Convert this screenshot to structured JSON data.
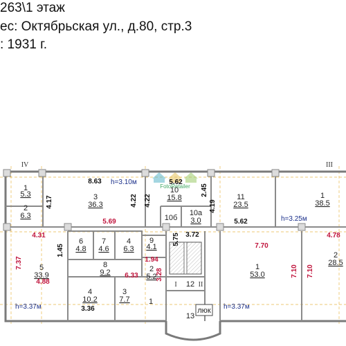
{
  "header": {
    "line1": "263\\1 этаж",
    "line2": "ес: Октябрьская ул., д.80, стр.3",
    "line3": ": 1931 г."
  },
  "watermark": "FotoRetailer",
  "roman": {
    "iv": "IV",
    "iii": "III",
    "i": "I",
    "ii": "II"
  },
  "rooms": [
    {
      "num": "1",
      "area": "5.3"
    },
    {
      "num": "2",
      "area": "6.3"
    },
    {
      "num": "3",
      "area": "36.3"
    },
    {
      "num": "10",
      "area": "15.8"
    },
    {
      "num": "10а",
      "area": "3.0"
    },
    {
      "num": "",
      "area": "10б"
    },
    {
      "num": "11",
      "area": "23.5"
    },
    {
      "num": "1",
      "area": "38.5"
    },
    {
      "num": "5",
      "area": "33.9"
    },
    {
      "num": "6",
      "area": "4.8"
    },
    {
      "num": "7",
      "area": "4.6"
    },
    {
      "num": "4",
      "area": "6.3"
    },
    {
      "num": "8",
      "area": "9.2"
    },
    {
      "num": "9",
      "area": "4.1"
    },
    {
      "num": "2",
      "area": "5.2"
    },
    {
      "num": "4",
      "area": "10.2"
    },
    {
      "num": "3",
      "area": "7.7"
    },
    {
      "num": "1",
      "area": ""
    },
    {
      "num": "12",
      "area": ""
    },
    {
      "num": "13",
      "area": ""
    },
    {
      "num": "1",
      "area": "53.0"
    },
    {
      "num": "2",
      "area": "28.5"
    }
  ],
  "dims_black": [
    "8.63",
    "4.17",
    "4.22",
    "4.22",
    "5.62",
    "2.45",
    "4.19",
    "5.62",
    "3.72",
    "5.75",
    "1.45",
    "3.36"
  ],
  "dims_red": [
    "5.69",
    "4.31",
    "7.37",
    "4.88",
    "6.33",
    "1.94",
    "3.28",
    "7.70",
    "7.10",
    "7.10",
    "4.78"
  ],
  "heights": [
    "h=3.10м",
    "h=3.25м",
    "h=3.37м",
    "h=3.37м"
  ],
  "hatch_label": "люк"
}
